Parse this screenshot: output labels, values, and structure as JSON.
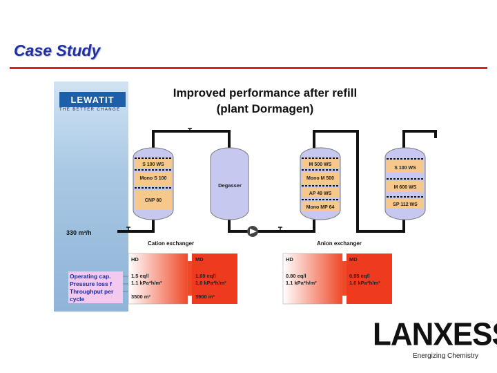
{
  "slide": {
    "title": "Case Study",
    "heading_line1": "Improved performance after refill",
    "heading_line2": "(plant Dormagen)"
  },
  "brand": {
    "lewatit": "LEWATIT",
    "tagline": "THE BETTER CHANGE",
    "lanxess": "LANXESS",
    "slogan": "Energizing Chemistry"
  },
  "diagram": {
    "flow": "330 m³/h",
    "cation_label": "Cation exchanger",
    "anion_label": "Anion exchanger",
    "cation_vessel": {
      "layers": [
        "S 100 WS",
        "Mono S 100",
        "CNP 80"
      ]
    },
    "degasser": "Degasser",
    "anion_vessel": {
      "layers": [
        "M 500 WS",
        "Mono M 500",
        "AP 49 WS",
        "Mono MP 64"
      ]
    },
    "mixed_vessel": {
      "layers": [
        "S 100 WS",
        "M 600 WS",
        "SP 112 WS"
      ]
    }
  },
  "comparison": {
    "row_labels": [
      "Operating cap.",
      "Pressure loss f",
      "Throughput per",
      "cycle"
    ],
    "cation_hd": {
      "header": "HD",
      "capacity": "1.5 eq/l",
      "pressure": "1.1 kPa*h/m²",
      "throughput": "3500 m³"
    },
    "cation_md": {
      "header": "MD",
      "capacity": "1.69 eq/l",
      "pressure": "1.0 kPa*h/m²",
      "throughput": "3900 m³"
    },
    "anion_hd": {
      "header": "HD",
      "capacity": "0.80 eq/l",
      "pressure": "1.1 kPa*h/m²"
    },
    "anion_md": {
      "header": "MD",
      "capacity": "0.95 eq/l",
      "pressure": "1.0 kPa*h/m²"
    }
  },
  "colors": {
    "title": "#1f2fa8",
    "accent_red": "#d8241c",
    "vessel": "#c6c8ef",
    "resin": "#f6c88c"
  }
}
